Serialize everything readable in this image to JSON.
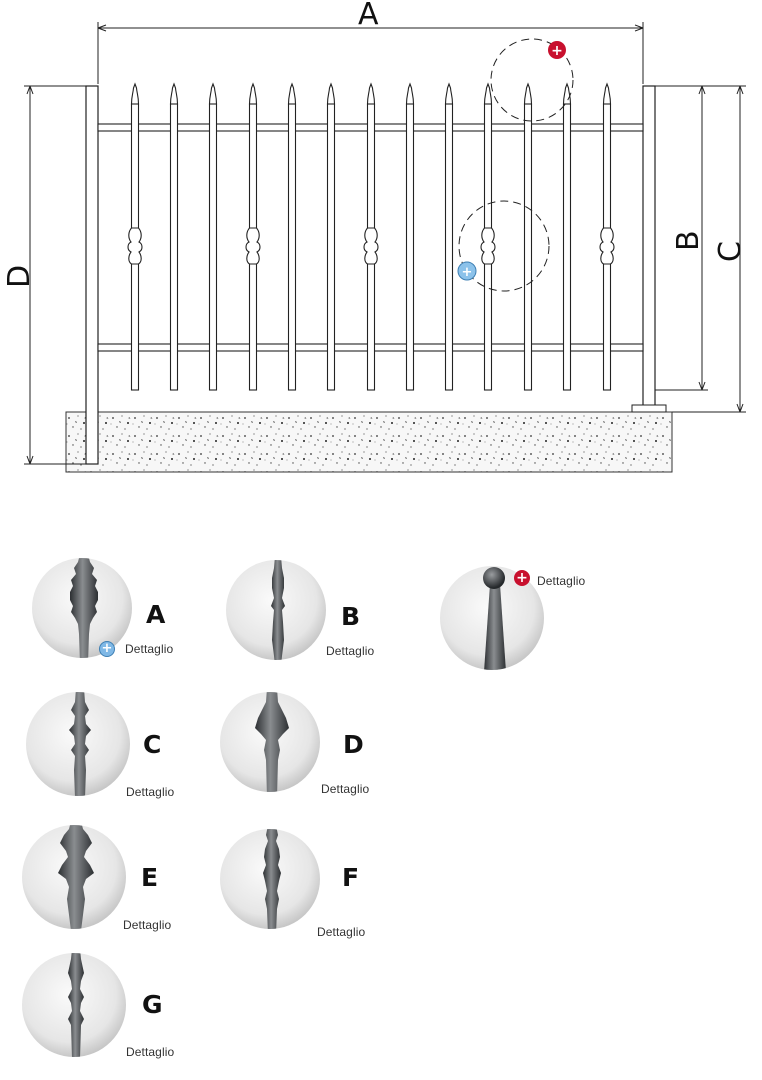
{
  "diagram": {
    "dimensions": {
      "a": "A",
      "b": "B",
      "c": "C",
      "d": "D"
    },
    "badges": {
      "plus": "+"
    }
  },
  "colors": {
    "line": "#222222",
    "detail_red": "#c8102e",
    "detail_blue": "#7fb8e6",
    "metal_dark": "#3a3d40",
    "metal_light": "#8a8d90",
    "tile_bg": "#e4e4e4"
  },
  "variants": [
    {
      "letter": "A",
      "note": "Dettaglio"
    },
    {
      "letter": "B",
      "note": "Dettaglio"
    },
    {
      "letter": "C",
      "note": "Dettaglio"
    },
    {
      "letter": "D",
      "note": "Dettaglio"
    },
    {
      "letter": "E",
      "note": "Dettaglio"
    },
    {
      "letter": "F",
      "note": "Dettaglio"
    },
    {
      "letter": "G",
      "note": "Dettaglio"
    }
  ],
  "tip_detail": {
    "note": "Dettaglio"
  }
}
